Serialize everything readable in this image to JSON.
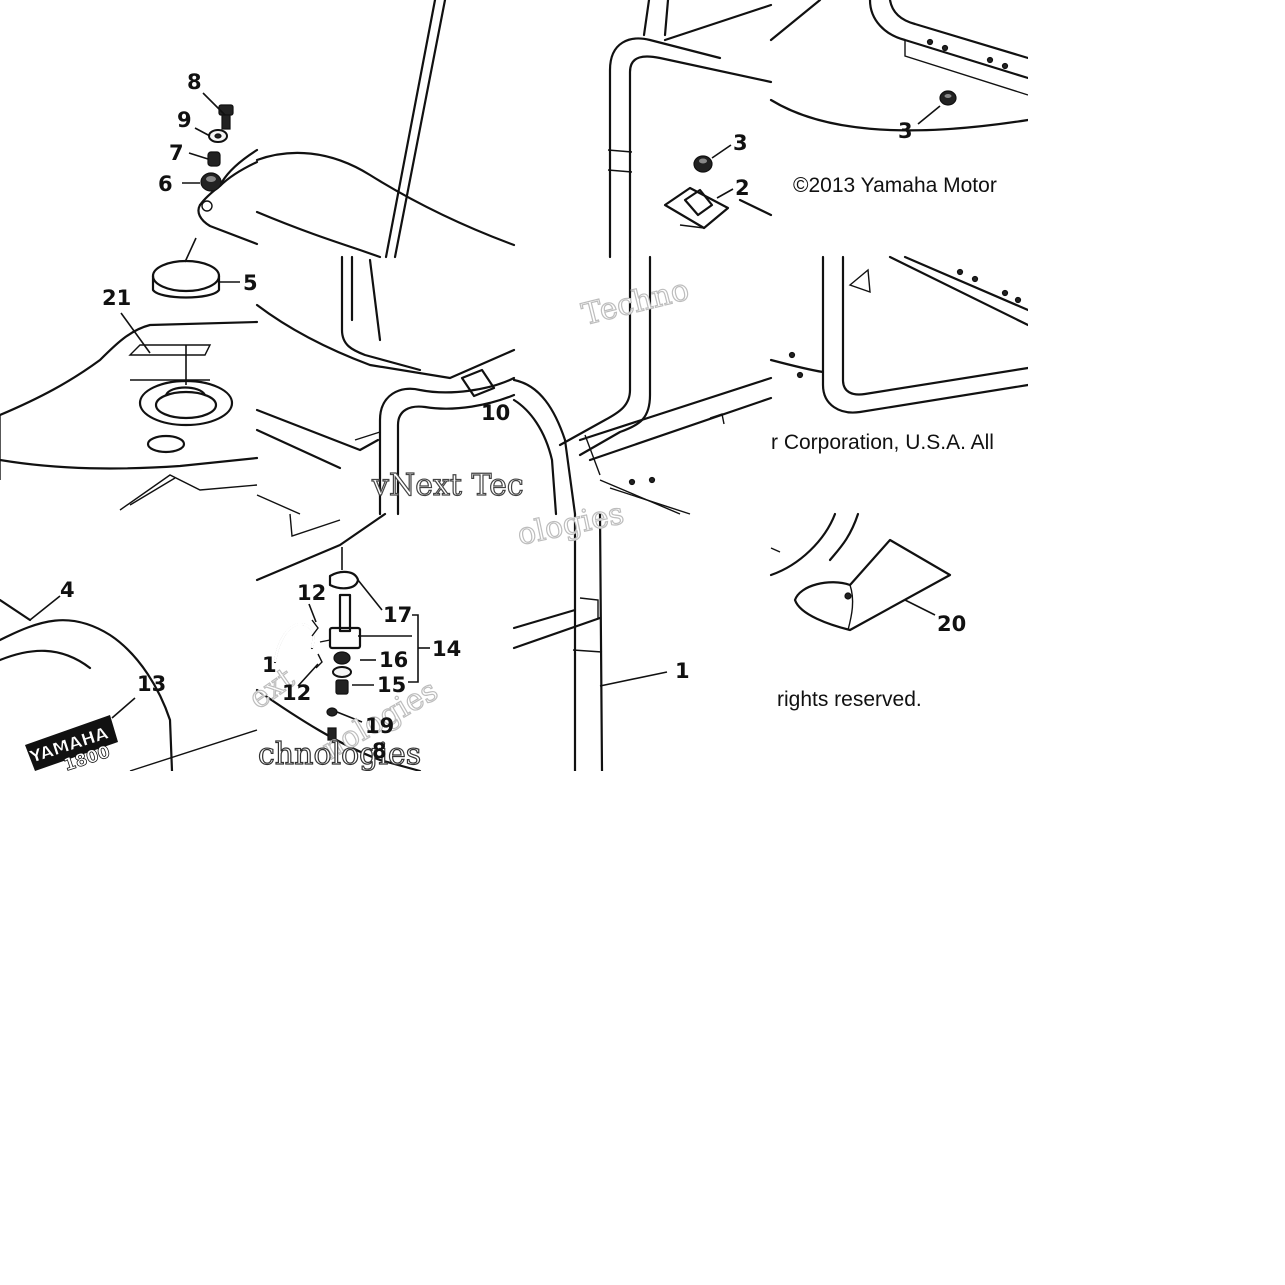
{
  "diagram": {
    "copyright": {
      "line1": "©2013 Yamaha Motor",
      "line2": "r Corporation, U.S.A. All",
      "line3": "rights reserved."
    },
    "watermarks": [
      "Techno",
      "vNext Tec",
      "ologies",
      "ext",
      "nologies",
      "chnologies"
    ],
    "logo": {
      "brand": "YAMAHA",
      "model": "1800"
    },
    "callouts": [
      {
        "id": "1a",
        "label": "1"
      },
      {
        "id": "1b",
        "label": "1"
      },
      {
        "id": "2",
        "label": "2"
      },
      {
        "id": "3a",
        "label": "3"
      },
      {
        "id": "3b",
        "label": "3"
      },
      {
        "id": "4",
        "label": "4"
      },
      {
        "id": "5",
        "label": "5"
      },
      {
        "id": "6",
        "label": "6"
      },
      {
        "id": "7",
        "label": "7"
      },
      {
        "id": "8a",
        "label": "8"
      },
      {
        "id": "8b",
        "label": "8"
      },
      {
        "id": "9",
        "label": "9"
      },
      {
        "id": "10",
        "label": "10"
      },
      {
        "id": "12a",
        "label": "12"
      },
      {
        "id": "12b",
        "label": "12"
      },
      {
        "id": "13",
        "label": "13"
      },
      {
        "id": "14",
        "label": "14"
      },
      {
        "id": "15",
        "label": "15"
      },
      {
        "id": "16",
        "label": "16"
      },
      {
        "id": "17",
        "label": "17"
      },
      {
        "id": "18",
        "label": "18"
      },
      {
        "id": "19",
        "label": "19"
      },
      {
        "id": "20",
        "label": "20"
      },
      {
        "id": "21",
        "label": "21"
      }
    ]
  }
}
